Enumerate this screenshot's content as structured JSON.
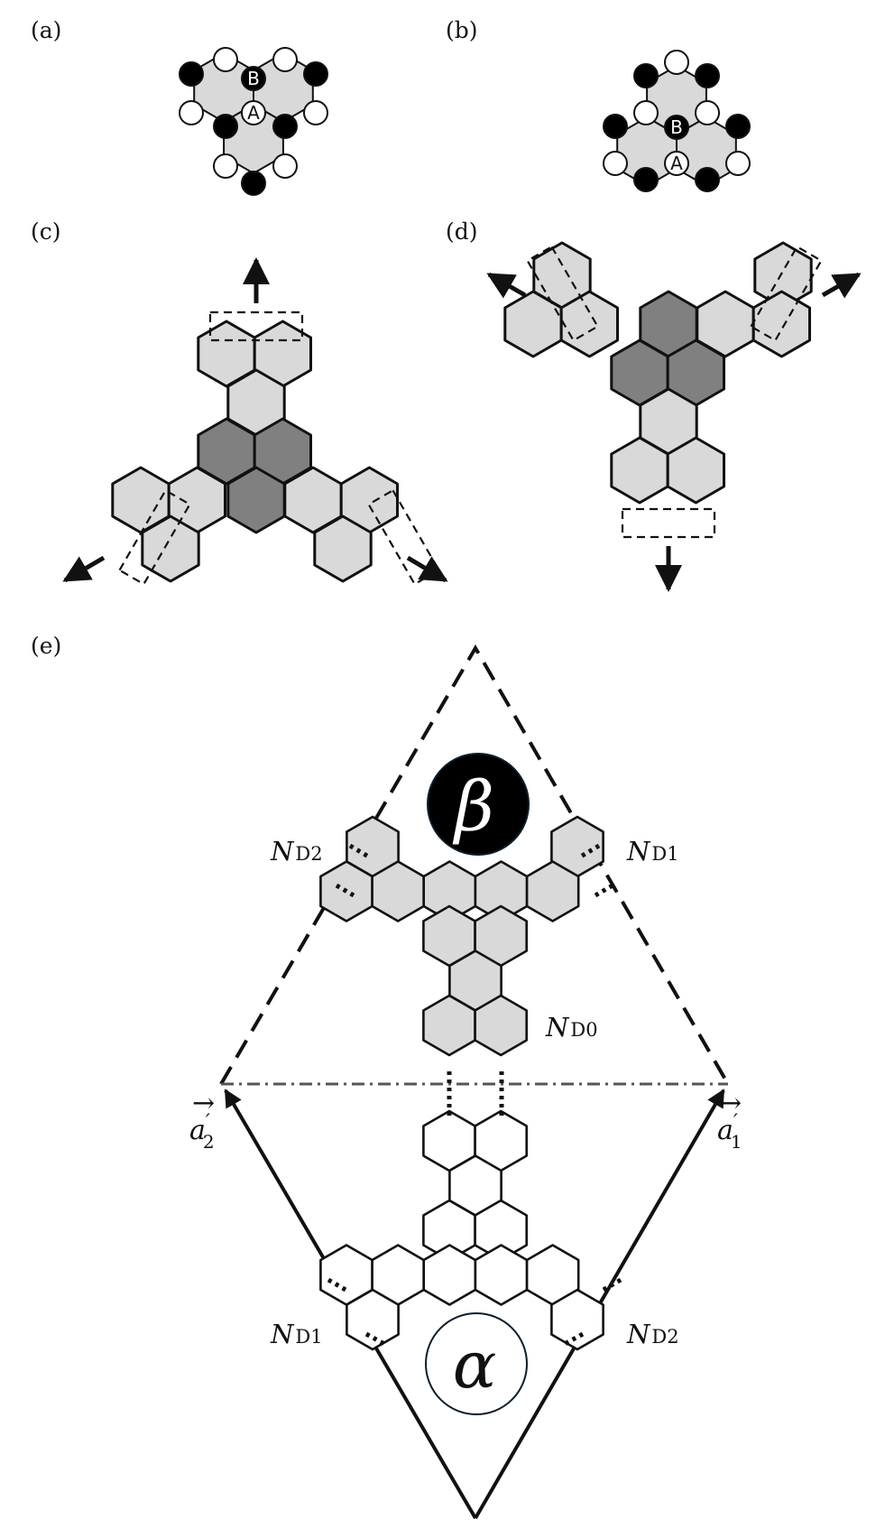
{
  "panels": {
    "a": "(a)",
    "b": "(b)",
    "c": "(c)",
    "d": "(d)",
    "e": "(e)"
  },
  "atoms": {
    "a": "A",
    "b": "B"
  },
  "regions": {
    "beta": "β",
    "alpha": "α"
  },
  "nd": {
    "top_left": {
      "main": "N",
      "sub": "D2"
    },
    "top_right": {
      "main": "N",
      "sub": "D1"
    },
    "middle": {
      "main": "N",
      "sub": "D0"
    },
    "bottom_left": {
      "main": "N",
      "sub": "D1"
    },
    "bottom_right": {
      "main": "N",
      "sub": "D2"
    }
  },
  "vectors": {
    "a2": {
      "main": "a",
      "sub": "2",
      "prime": "′",
      "arrow": "→"
    },
    "a1": {
      "main": "a",
      "sub": "1",
      "prime": "′",
      "arrow": "→"
    }
  },
  "colors": {
    "light_fill": "#d9d9d9",
    "dark_fill": "#808080",
    "stroke": "#111111",
    "dashdot": "#555555"
  }
}
